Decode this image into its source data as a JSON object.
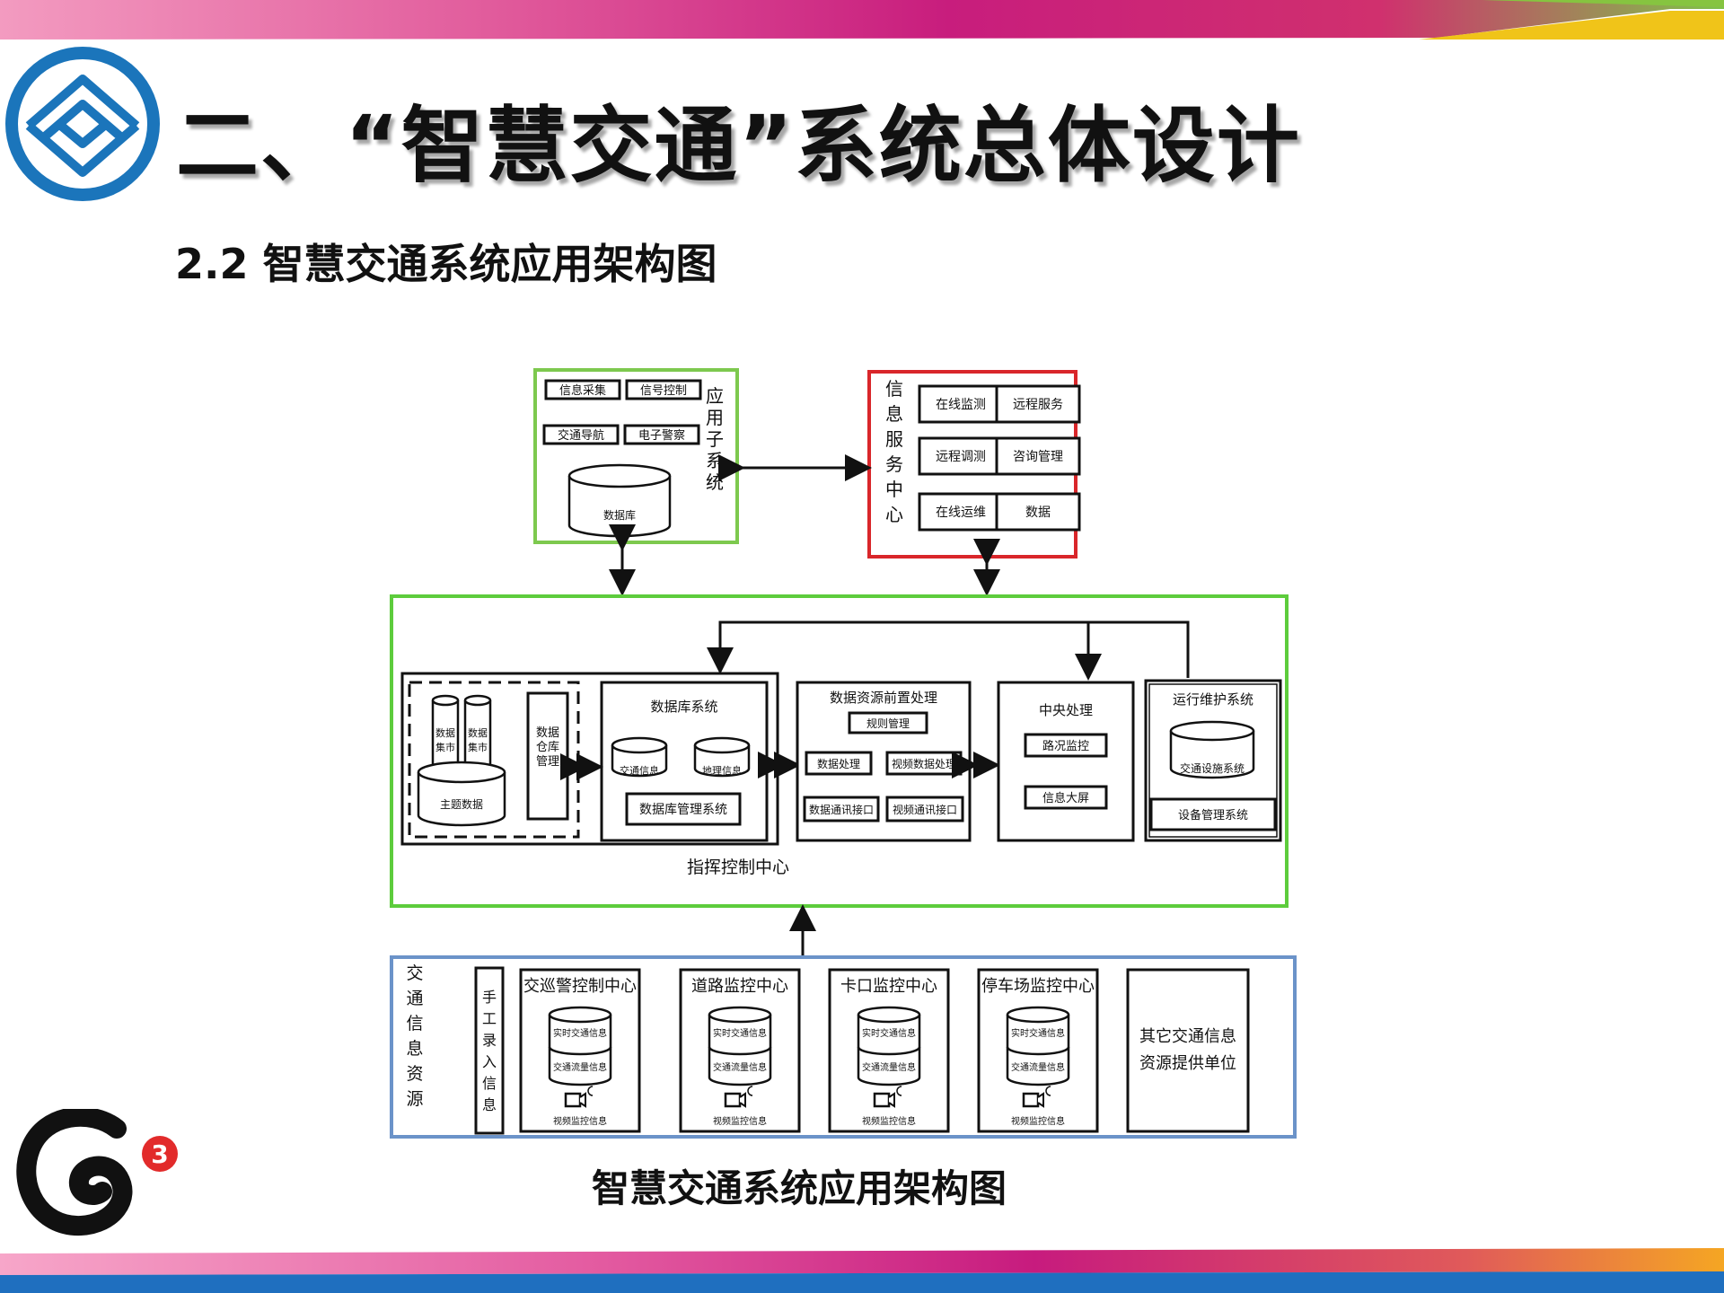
{
  "slide": {
    "title": "二、“智慧交通”系统总体设计",
    "subtitle": "2.2 智慧交通系统应用架构图",
    "caption": "智慧交通系统应用架构图",
    "g3_badge": "3",
    "colors": {
      "green": "#5dcc3c",
      "red": "#d9262a",
      "blue": "#6b93c9",
      "logo_blue": "#1b75bb"
    },
    "logo_icon": "china-mobile-logo-icon",
    "g3_icon": "g3-brand-logo-icon"
  },
  "diagram": {
    "app_subsystem": {
      "title": "应用子系统",
      "items": [
        "信息采集",
        "信号控制",
        "交通导航",
        "电子警察"
      ],
      "db_label": "数据库"
    },
    "info_center": {
      "title": "信息服务中心",
      "items": [
        "在线监测",
        "远程服务",
        "远程调测",
        "咨询管理",
        "在线运维",
        "数据"
      ]
    },
    "command_center": {
      "label": "指挥控制中心",
      "warehouse": {
        "db1": "数据集市",
        "db2": "数据集市",
        "base": "主题数据",
        "mgmt": "数据仓库管理"
      },
      "db_system": {
        "title": "数据库系统",
        "db1": "交通信息",
        "db2": "地理信息",
        "mgmt": "数据库管理系统"
      },
      "preprocess": {
        "title": "数据资源前置处理",
        "items": [
          "规则管理",
          "数据处理",
          "视频数据处理",
          "数据通讯接口",
          "视频通讯接口"
        ]
      },
      "central": {
        "title": "中央处理",
        "items": [
          "路况监控",
          "信息大屏"
        ]
      },
      "ops": {
        "title": "运行维护系统",
        "db": "交通设施系统",
        "mgmt": "设备管理系统"
      }
    },
    "traffic_sources": {
      "title": "交通信息资源",
      "manual": "手工录入信息",
      "centers": [
        {
          "title": "交巡警控制中心",
          "db_top": "实时交通信息",
          "db_bottom": "交通流量信息",
          "video": "视频监控信息"
        },
        {
          "title": "道路监控中心",
          "db_top": "实时交通信息",
          "db_bottom": "交通流量信息",
          "video": "视频监控信息"
        },
        {
          "title": "卡口监控中心",
          "db_top": "实时交通信息",
          "db_bottom": "交通流量信息",
          "video": "视频监控信息"
        },
        {
          "title": "停车场监控中心",
          "db_top": "实时交通信息",
          "db_bottom": "交通流量信息",
          "video": "视频监控信息"
        }
      ],
      "other": [
        "其它交通信息",
        "资源提供单位"
      ]
    }
  }
}
